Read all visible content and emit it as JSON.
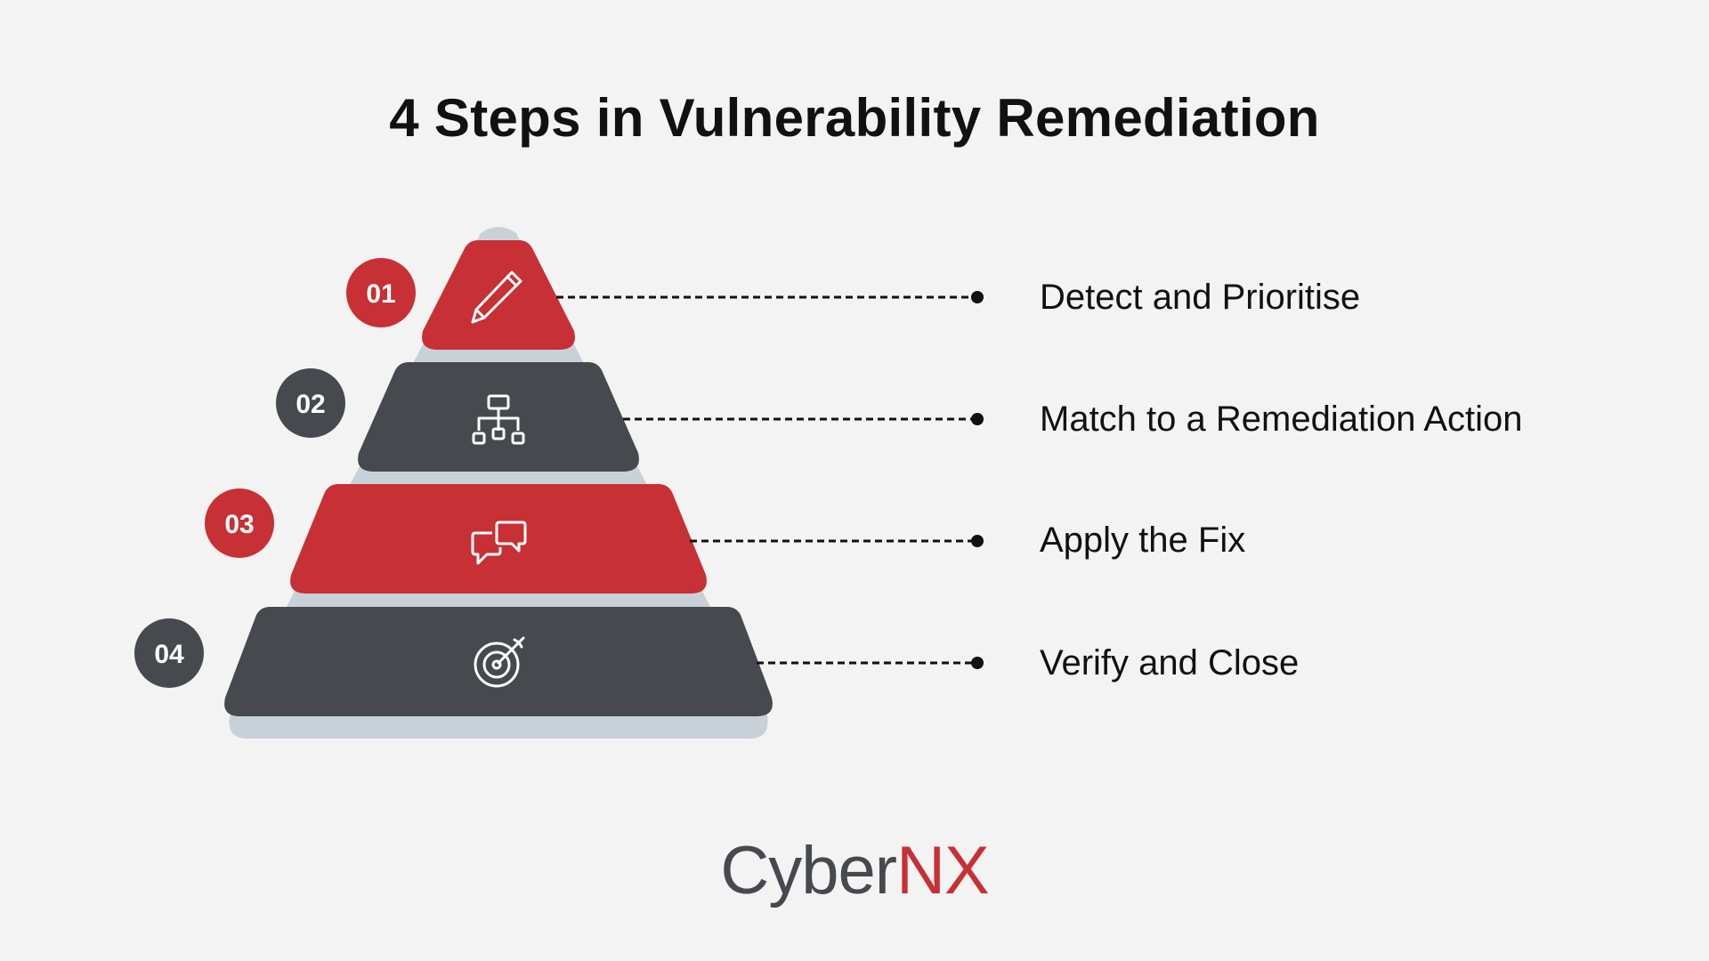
{
  "title": "4 Steps in Vulnerability Remediation",
  "colors": {
    "red": "#c73034",
    "dark": "#464a4e",
    "shadow": "#c9d1d8",
    "background": "#f3f3f3",
    "connector": "#111111"
  },
  "steps": [
    {
      "number": "01",
      "label": "Detect and Prioritise",
      "icon": "pencil-icon",
      "color": "red"
    },
    {
      "number": "02",
      "label": "Match to a Remediation Action",
      "icon": "sitemap-icon",
      "color": "dark"
    },
    {
      "number": "03",
      "label": "Apply the Fix",
      "icon": "chat-bubbles-icon",
      "color": "red"
    },
    {
      "number": "04",
      "label": "Verify and Close",
      "icon": "target-icon",
      "color": "dark"
    }
  ],
  "logo": {
    "part1": "Cyber",
    "part2": "NX"
  }
}
